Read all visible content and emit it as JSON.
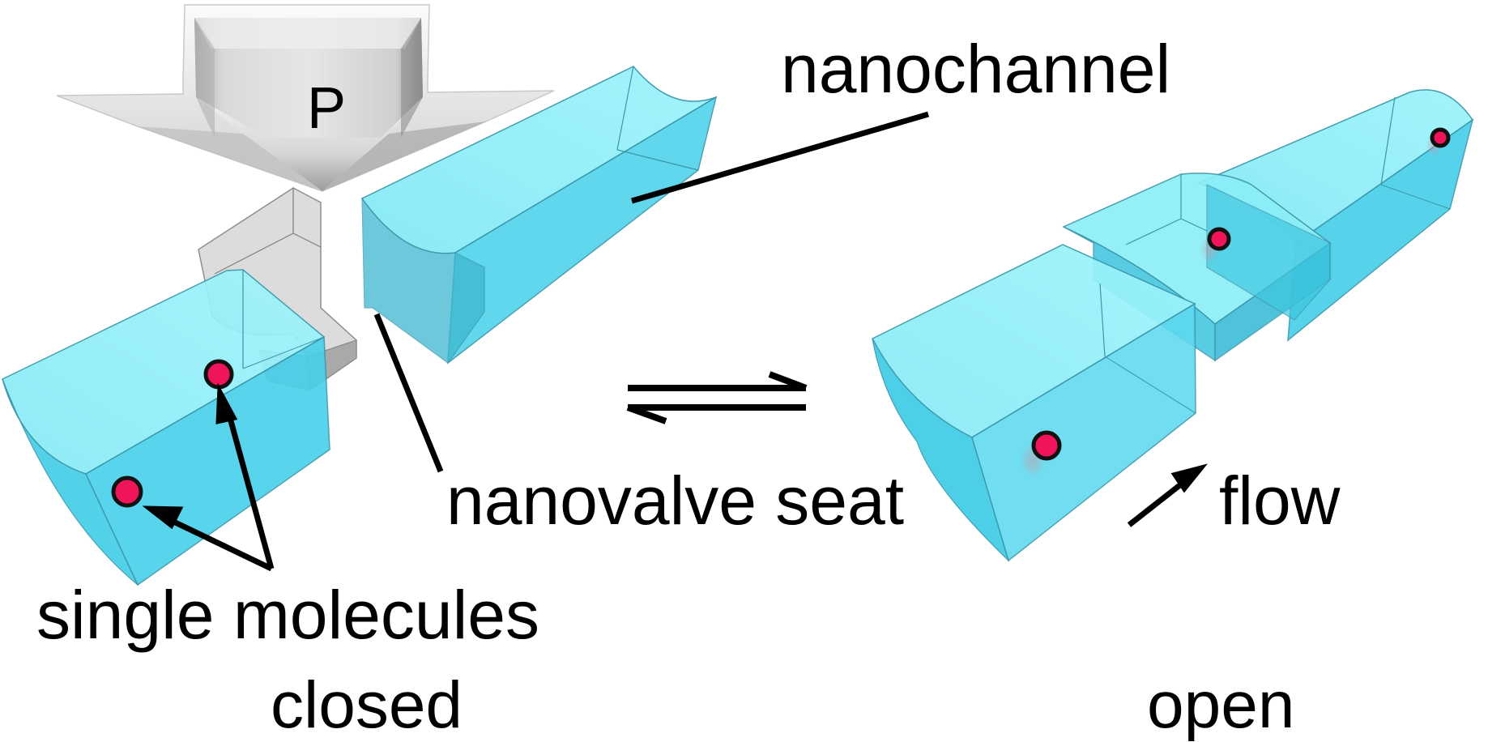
{
  "figure": {
    "title": "Nanovalve closed/open schematic",
    "labels": {
      "pressure": "P",
      "nanochannel": "nanochannel",
      "nanovalve_seat": "nanovalve seat",
      "single_molecules": "single molecules",
      "flow": "flow"
    },
    "states": {
      "closed": {
        "label": "closed",
        "color": "#1b72bf"
      },
      "open": {
        "label": "open",
        "color": "#ee1565"
      }
    },
    "colors": {
      "channel_light": "#8ff0f8",
      "channel_mid": "#45d4ec",
      "channel_dark": "#2bbad8",
      "channel_edge": "#3a97aa",
      "valve_gray": "#d9d9da",
      "molecule_fill": "#f0145a",
      "molecule_ring": "#111111"
    },
    "icons": {
      "pressure_arrow": "down-arrow-icon",
      "equilibrium": "equilibrium-arrows-icon",
      "flow_arrow": "diagonal-arrow-icon"
    }
  }
}
